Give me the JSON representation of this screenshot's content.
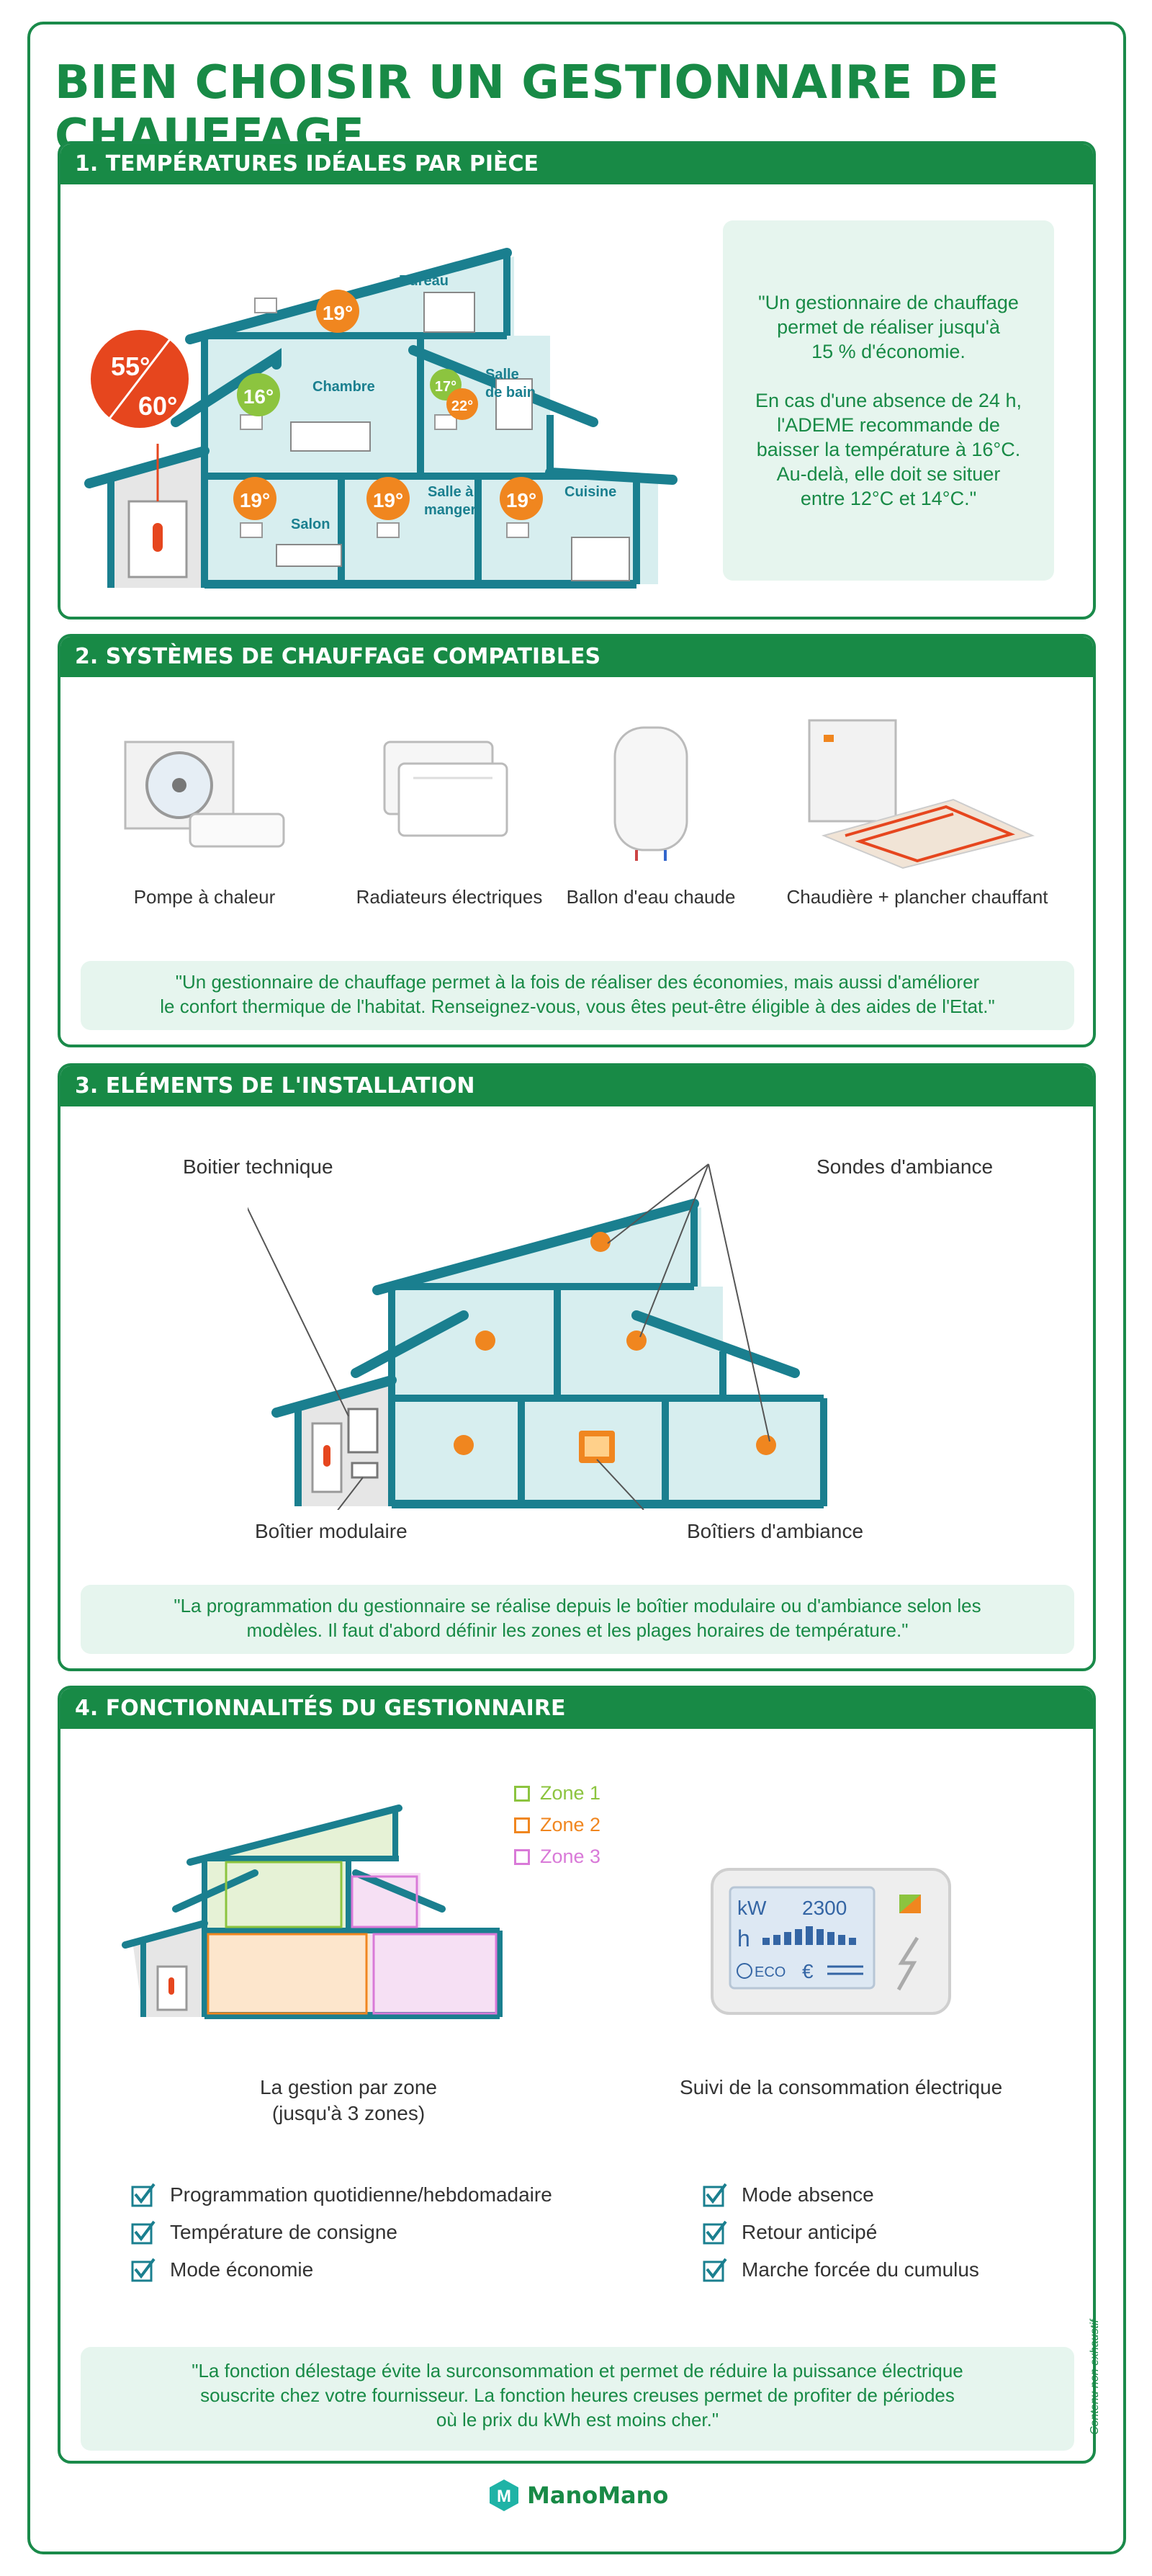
{
  "title": "BIEN CHOISIR UN GESTIONNAIRE DE CHAUFFAGE",
  "colors": {
    "brand_green": "#188a46",
    "house_teal": "#1a7f8f",
    "temp_orange": "#f0861f",
    "boiler_red": "#e6461e",
    "light_green": "#8cc43f"
  },
  "section1": {
    "header": "1. TEMPÉRATURES IDÉALES PAR PIÈCE",
    "boiler_temps": [
      "55°",
      "60°"
    ],
    "rooms": [
      {
        "name": "Bureau",
        "temp": "19°"
      },
      {
        "name": "Chambre",
        "temp": "16°"
      },
      {
        "name": "Salle de bain",
        "name_lines": [
          "Salle",
          "de bain"
        ],
        "temps": [
          "17°",
          "22°"
        ]
      },
      {
        "name": "Salon",
        "temp": "19°"
      },
      {
        "name": "Salle à manger",
        "name_lines": [
          "Salle à",
          "manger"
        ],
        "temp": "19°"
      },
      {
        "name": "Cuisine",
        "temp": "19°"
      }
    ],
    "quote_lines": [
      "\"Un gestionnaire de chauffage",
      "permet de réaliser jusqu'à",
      "15 % d'économie.",
      "",
      "En cas d'une absence de 24 h,",
      "l'ADEME recommande de",
      "baisser la température à 16°C.",
      "Au-delà, elle doit se situer",
      "entre 12°C et 14°C.\""
    ]
  },
  "section2": {
    "header": "2. SYSTÈMES DE CHAUFFAGE COMPATIBLES",
    "systems": [
      {
        "label": "Pompe à chaleur",
        "icon": "heat-pump-icon"
      },
      {
        "label": "Radiateurs électriques",
        "icon": "radiator-icon"
      },
      {
        "label": "Ballon d'eau chaude",
        "icon": "water-heater-icon"
      },
      {
        "label": "Chaudière + plancher chauffant",
        "icon": "boiler-floor-heating-icon"
      }
    ],
    "quote_lines": [
      "\"Un gestionnaire de chauffage permet à la fois de réaliser des économies, mais aussi d'améliorer",
      "le confort thermique de l'habitat. Renseignez-vous, vous êtes peut-être éligible à des aides de l'Etat.\""
    ]
  },
  "section3": {
    "header": "3. ELÉMENTS DE L'INSTALLATION",
    "labels": {
      "boitier_technique": "Boitier technique",
      "sondes": "Sondes d'ambiance",
      "boitier_modulaire": "Boîtier modulaire",
      "boitiers_ambiance": "Boîtiers d'ambiance"
    },
    "quote_lines": [
      "\"La programmation du gestionnaire se réalise depuis le boîtier modulaire ou d'ambiance selon les",
      "modèles. Il faut d'abord définir les zones et les plages horaires de température.\""
    ]
  },
  "section4": {
    "header": "4. FONCTIONNALITÉS DU GESTIONNAIRE",
    "zones": [
      {
        "label": "Zone 1",
        "color": "#8cc43f"
      },
      {
        "label": "Zone 2",
        "color": "#f0861f"
      },
      {
        "label": "Zone 3",
        "color": "#d97ad8"
      }
    ],
    "zone_caption_lines": [
      "La gestion par zone",
      "(jusqu'à 3 zones)"
    ],
    "meter_caption": "Suivi de la consommation électrique",
    "meter_display": {
      "unit_kw": "kW",
      "value": "2300",
      "unit_h": "h",
      "eco": "ECO",
      "currency": "€"
    },
    "features_left": [
      "Programmation quotidienne/hebdomadaire",
      "Température de consigne",
      "Mode économie"
    ],
    "features_right": [
      "Mode absence",
      "Retour anticipé",
      "Marche forcée du cumulus"
    ],
    "quote_lines": [
      "\"La fonction délestage évite la surconsommation et permet de réduire la puissance électrique",
      "souscrite chez votre fournisseur. La fonction heures creuses permet de profiter de périodes",
      "où le prix du kWh est moins cher.\""
    ]
  },
  "side_note": "Contenu non exhaustif",
  "logo_text": "ManoMano"
}
